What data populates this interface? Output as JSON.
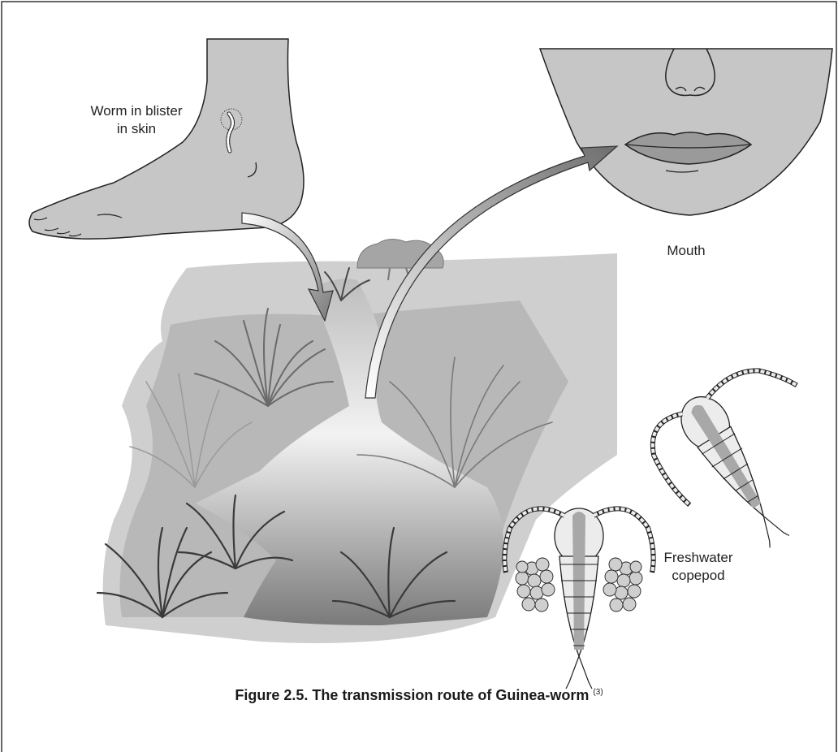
{
  "labels": {
    "worm_line1": "Worm in blister",
    "worm_line2": "in skin",
    "mouth": "Mouth",
    "copepod_line1": "Freshwater",
    "copepod_line2": "copepod"
  },
  "caption": {
    "text": "Figure 2.5. The transmission route of Guinea-worm",
    "ref": "(3)"
  },
  "colors": {
    "skin": "#c6c6c6",
    "outline": "#222222",
    "water_light": "#e6e6e6",
    "water_dark": "#8a8a8a",
    "grass_dark": "#3a3a3a",
    "grass_mid": "#6a6a6a",
    "arrow_fill": "#8c8c8c"
  },
  "icons": {
    "foot": "foot-illustration",
    "face": "face-illustration",
    "stream": "stream-illustration",
    "copepod": "copepod-illustration",
    "arrow": "curved-arrow"
  }
}
